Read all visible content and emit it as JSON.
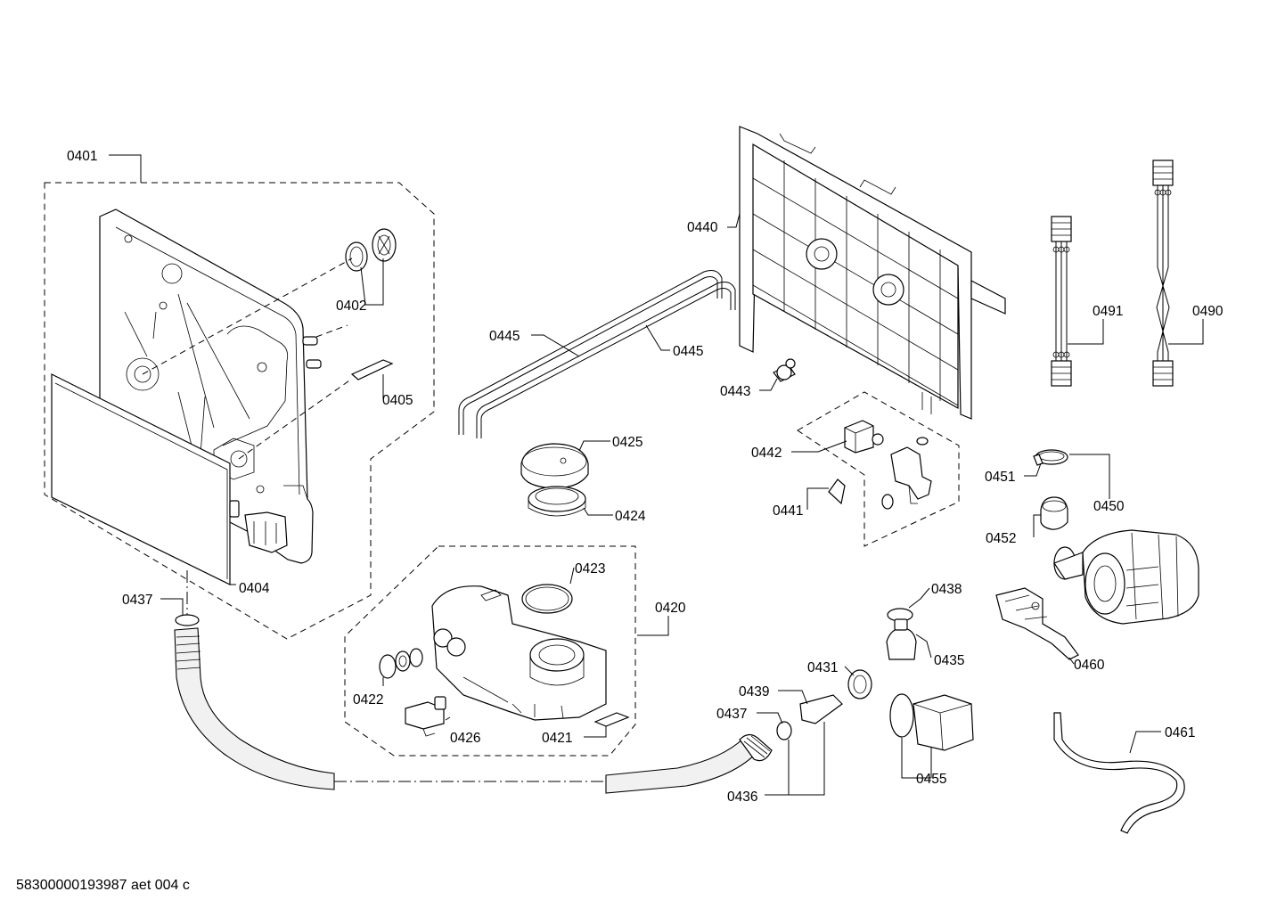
{
  "labels": {
    "p0401": "0401",
    "p0402": "0402",
    "p0405": "0405",
    "p0404": "0404",
    "p0437a": "0437",
    "p0440": "0440",
    "p0445a": "0445",
    "p0445b": "0445",
    "p0443": "0443",
    "p0491": "0491",
    "p0490": "0490",
    "p0425": "0425",
    "p0424": "0424",
    "p0442": "0442",
    "p0441": "0441",
    "p0451": "0451",
    "p0450": "0450",
    "p0452": "0452",
    "p0423": "0423",
    "p0420": "0420",
    "p0422": "0422",
    "p0426": "0426",
    "p0421": "0421",
    "p0438": "0438",
    "p0435": "0435",
    "p0431": "0431",
    "p0439": "0439",
    "p0437b": "0437",
    "p0436": "0436",
    "p0455": "0455",
    "p0460": "0460",
    "p0461": "0461"
  },
  "footer": {
    "drawing_id": "58300000193987 aet 004 c"
  }
}
